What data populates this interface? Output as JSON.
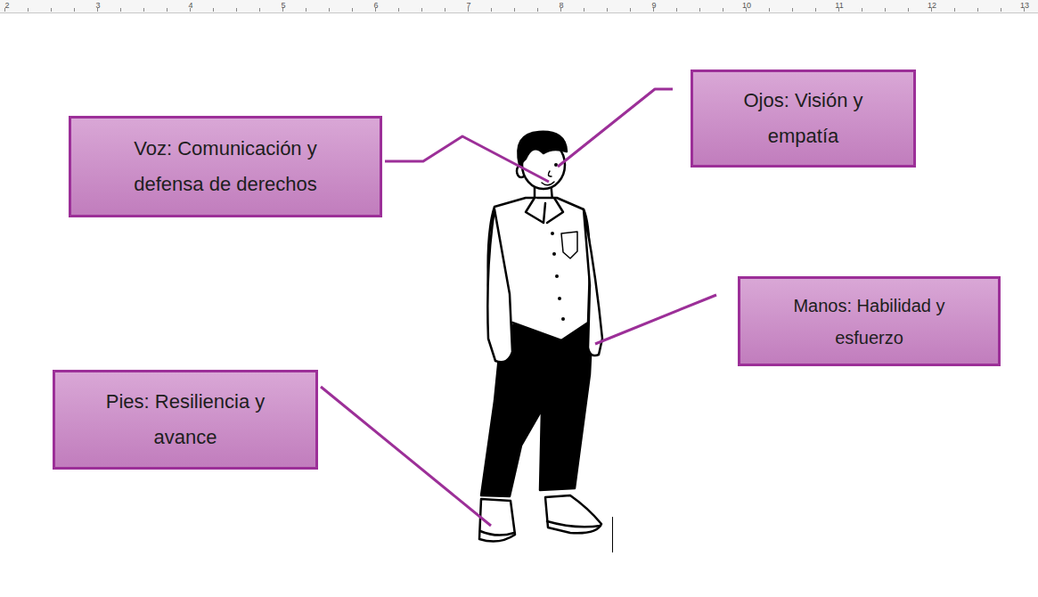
{
  "diagram": {
    "nodes": [
      {
        "text": [
          "Voz: Comunicación y defensa de derechos"
        ]
      },
      {
        "text": [
          "Ojos: Visión y empatía"
        ]
      },
      {
        "text": [
          "Manos: Habilidad y esfuerzo"
        ]
      },
      {
        "text": [
          "Pies: Resiliencia y avance"
        ]
      }
    ],
    "labels": [
      "2",
      "3",
      "4",
      "5",
      "6",
      "7",
      "8",
      "9",
      "10",
      "11",
      "12",
      "13"
    ]
  }
}
